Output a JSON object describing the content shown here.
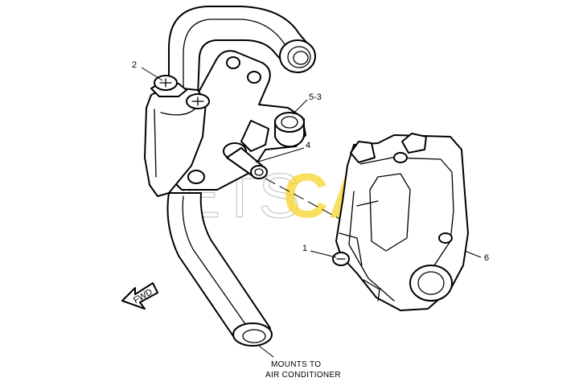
{
  "callouts": {
    "c1": "1",
    "c2": "2",
    "c4": "4",
    "c53": "5-3",
    "c6": "6"
  },
  "direction_arrow": {
    "label": "FWD"
  },
  "mount_note": {
    "line1": "MOUNTS TO",
    "line2": "AIR CONDITIONER"
  },
  "watermark": {
    "part1": "ETS",
    "part2": "CAT"
  },
  "colors": {
    "line": "#000000",
    "background": "#ffffff",
    "watermark_gray": "#9a9a9a",
    "watermark_yellow": "#f6d52a"
  }
}
